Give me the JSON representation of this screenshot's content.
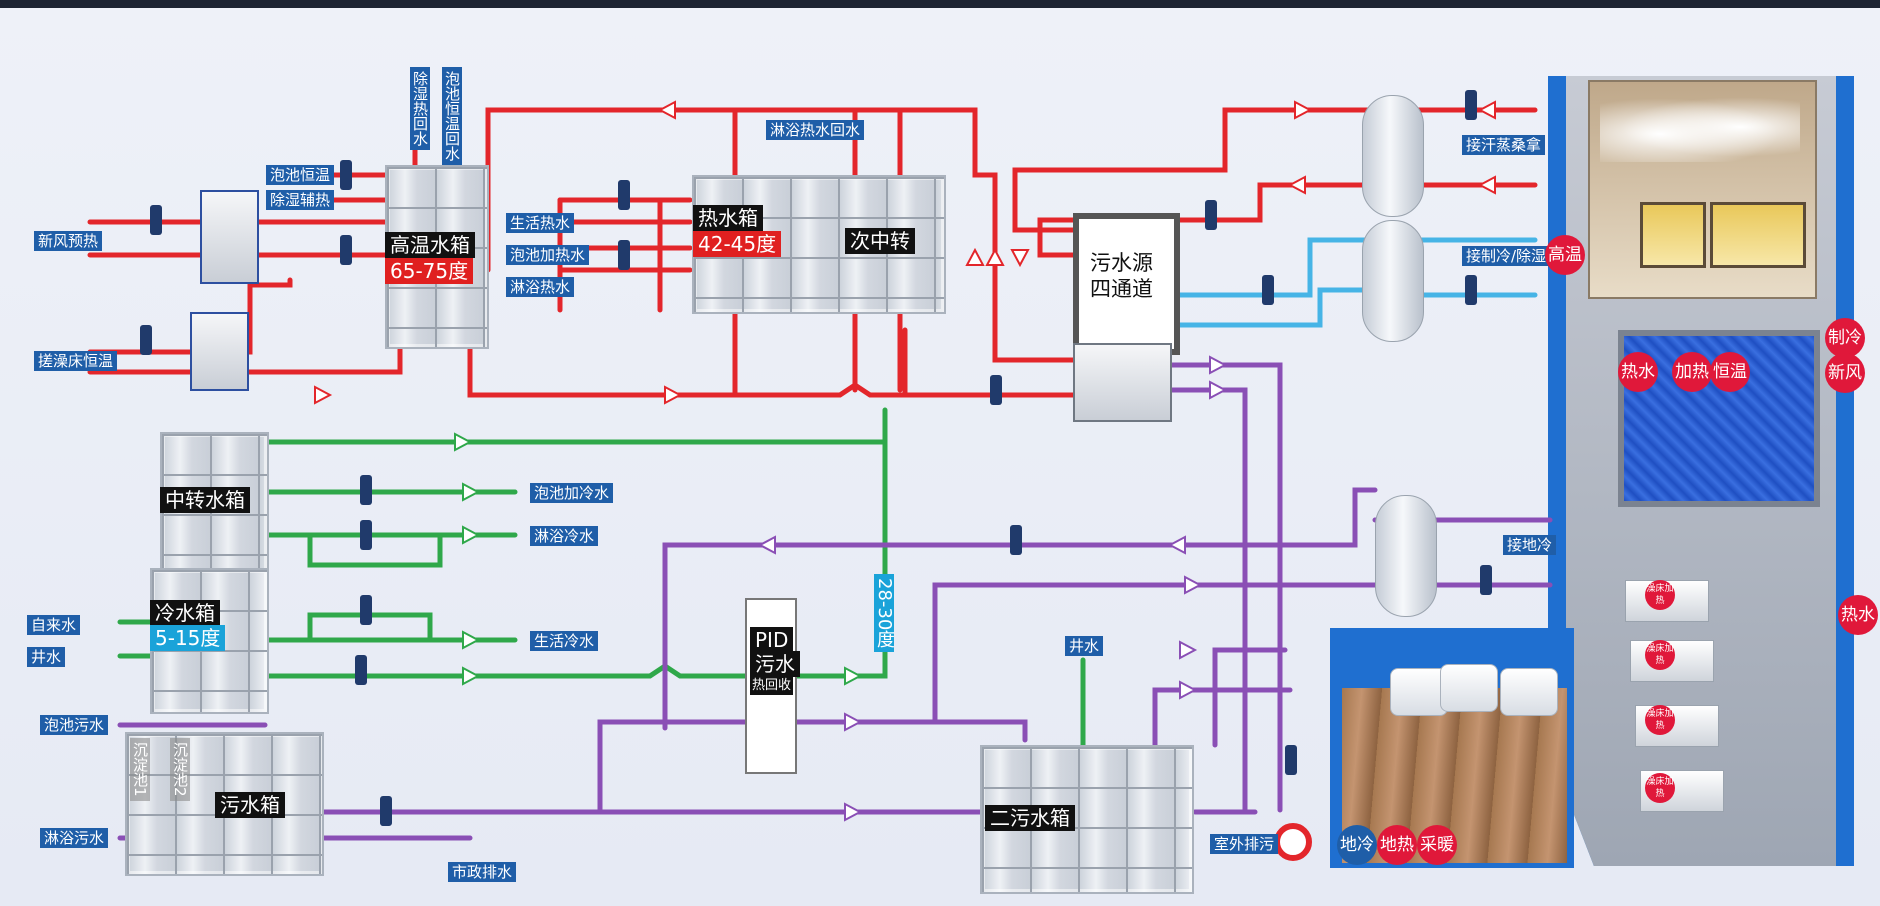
{
  "colors": {
    "hot": "#e3262b",
    "cold": "#2fa84a",
    "waste": "#8a4fb5",
    "cool": "#46b4e6",
    "label_bg": "#1f5ea8"
  },
  "tanks": {
    "high_temp": {
      "name": "高温水箱",
      "temp": "65-75度"
    },
    "hot_water": {
      "name": "热水箱",
      "temp": "42-45度"
    },
    "transfer2": {
      "name": "次中转"
    },
    "mid_transfer": {
      "name": "中转水箱"
    },
    "cold_water": {
      "name": "冷水箱",
      "temp": "5-15度"
    },
    "sewage": {
      "name": "污水箱"
    },
    "settle1": "沉淀池1",
    "settle2": "沉淀池2",
    "sewage2": {
      "name": "二污水箱"
    }
  },
  "equipment": {
    "heat_pump": {
      "line1": "污水源",
      "line2": "四通道"
    },
    "pid": {
      "line1": "PID",
      "line2": "污水",
      "line3": "热回收"
    }
  },
  "labels": {
    "dehumid_recover": "除湿热回水",
    "pool_const_return": "泡池恒温回水",
    "pool_const": "泡池恒温",
    "dehumid_aux": "除湿辅热",
    "fresh_preheat": "新风预热",
    "bed_const": "搓澡床恒温",
    "life_hot": "生活热水",
    "pool_add_hot": "泡池加热水",
    "shower_hot": "淋浴热水",
    "shower_hot_return": "淋浴热水回水",
    "sauna": "接汗蒸桑拿",
    "cool_dehumid": "接制冷/除湿",
    "floor_cool": "接地冷",
    "pool_add_cold": "泡池加冷水",
    "shower_cold": "淋浴冷水",
    "life_cold": "生活冷水",
    "tap_water": "自来水",
    "well_water": "井水",
    "pool_sewage": "泡池污水",
    "shower_sewage": "淋浴污水",
    "municipal_drain": "市政排水",
    "well_water2": "井水",
    "outdoor_drain": "室外排污",
    "temp_28_30": "28-30度"
  },
  "badges": {
    "high_temp": "高温",
    "hot_water": "热水",
    "add_heat": "加热",
    "const_temp": "恒温",
    "cooling": "制冷",
    "fresh_air": "新风",
    "heat_right": "热水",
    "floor_cool": "地冷",
    "floor_heat": "地热",
    "heating": "采暖",
    "bed_heat": "澡床加热"
  }
}
